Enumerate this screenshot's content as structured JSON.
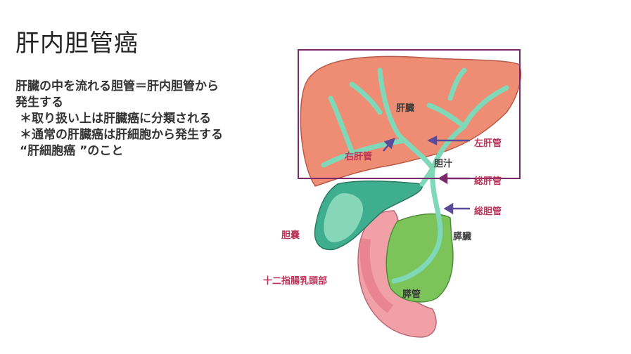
{
  "slide": {
    "title": "肝内胆管癌",
    "body": [
      "肝臓の中を流れる胆管＝肝内胆管から",
      "発生する",
      "＊取り扱い上は肝臓癌に分類される",
      "＊通常の肝臓癌は肝細胞から発生する",
      "“肝細胞癌 ”のこと"
    ]
  },
  "diagram": {
    "labels": {
      "liver": "肝臓",
      "right_hepatic_duct": "右肝管",
      "left_hepatic_duct": "左肝管",
      "bile": "胆汁",
      "common_hepatic_duct": "総肝管",
      "common_bile_duct": "総胆管",
      "gallbladder": "胆嚢",
      "pancreas": "膵臓",
      "duodenal_papilla": "十二指腸乳頭部",
      "pancreatic_duct": "膵管"
    },
    "colors": {
      "liver": "#ef8c74",
      "liver_outline": "#b85a48",
      "bile_duct": "#7fd8b8",
      "gallbladder": "#3fae8e",
      "pancreas": "#7cc45a",
      "duodenum": "#f2a0a8",
      "frame": "#7a2a6a",
      "arrow": "#5a4a9a",
      "label_red": "#b8335a"
    }
  }
}
